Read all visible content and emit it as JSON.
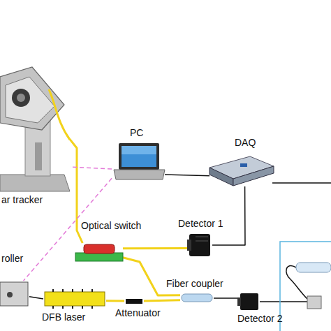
{
  "diagram": {
    "nodes": [
      {
        "text": [
          "ar tracker"
        ]
      },
      {
        "text": [
          "PC"
        ]
      },
      {
        "text": [
          "DAQ"
        ]
      },
      {
        "text": [
          "Optical switch"
        ]
      },
      {
        "text": [
          "Detector 1"
        ]
      },
      {
        "text": [
          "roller"
        ]
      },
      {
        "text": [
          "DFB laser"
        ]
      },
      {
        "text": [
          "Attenuator"
        ]
      },
      {
        "text": [
          "Fiber coupler"
        ]
      },
      {
        "text": [
          "Detector 2"
        ]
      }
    ],
    "edges": [
      {
        "from": 0,
        "to": 3,
        "arrow": "none"
      },
      {
        "from": 3,
        "to": 4,
        "arrow": "none"
      },
      {
        "from": 4,
        "to": 2,
        "arrow": "none"
      },
      {
        "from": 1,
        "to": 2,
        "arrow": "none"
      },
      {
        "from": 1,
        "to": 0,
        "arrow": "none"
      },
      {
        "from": 1,
        "to": 5,
        "arrow": "none"
      },
      {
        "from": 5,
        "to": 6,
        "arrow": "none"
      },
      {
        "from": 6,
        "to": 7,
        "arrow": "none"
      },
      {
        "from": 7,
        "to": 8,
        "arrow": "none"
      },
      {
        "from": 8,
        "to": 3,
        "arrow": "none"
      },
      {
        "from": 8,
        "to": 9,
        "arrow": "none"
      }
    ]
  }
}
